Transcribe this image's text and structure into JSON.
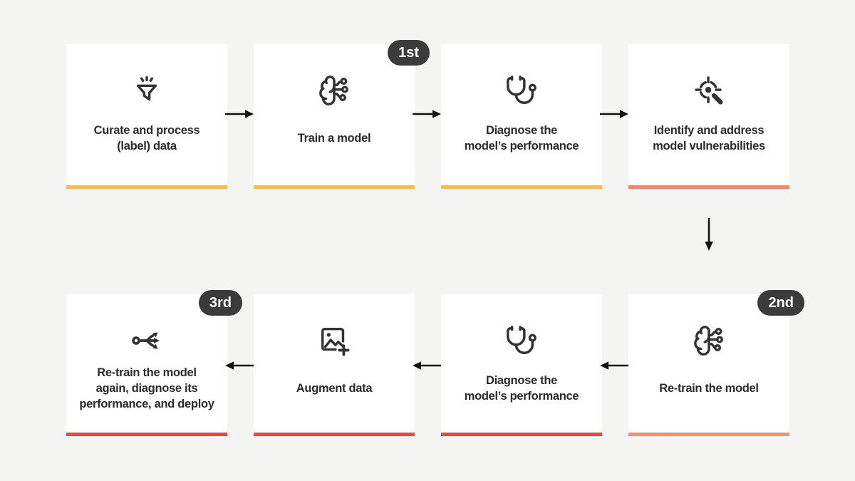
{
  "background": "#f4f4f3",
  "colors": {
    "card_bg": "#ffffff",
    "text": "#2b2b2b",
    "icon": "#333333",
    "arrow": "#111111",
    "badge_bg": "#3b3b3b",
    "badge_text": "#ffffff",
    "accent_amber": "#f6ba58",
    "accent_salmon": "#f0876a",
    "accent_red": "#ee4545"
  },
  "cards": [
    {
      "label": "Curate and process\n(label) data",
      "icon": "funnel-sparks-icon",
      "accent": "#f6ba58"
    },
    {
      "label": "Train a model",
      "icon": "brain-circuit-icon",
      "accent": "#f6ba58",
      "badge": "1st"
    },
    {
      "label": "Diagnose the\nmodel’s performance",
      "icon": "stethoscope-icon",
      "accent": "#f6ba58"
    },
    {
      "label": "Identify and address\nmodel vulnerabilities",
      "icon": "crosshair-search-icon",
      "accent": "#f0876a"
    },
    {
      "label": "Re-train the model",
      "icon": "brain-circuit-icon",
      "accent": "#f1926e",
      "badge": "2nd"
    },
    {
      "label": "Diagnose the\nmodel’s performance",
      "icon": "stethoscope-icon",
      "accent": "#ee4545"
    },
    {
      "label": "Augment data",
      "icon": "image-plus-icon",
      "accent": "#ee4545"
    },
    {
      "label": "Re-train the model\nagain, diagnose its\nperformance, and deploy",
      "icon": "split-three-ways-icon",
      "accent": "#ee4545",
      "badge": "3rd"
    }
  ]
}
